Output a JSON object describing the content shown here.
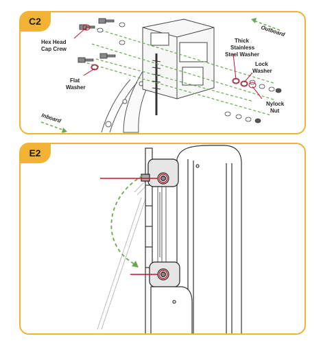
{
  "panels": {
    "c2": {
      "tag": "C2",
      "labels": {
        "hex_head_l1": "Hex Head",
        "hex_head_l2": "Cap Crew",
        "flat_l1": "Flat",
        "flat_l2": "Washer",
        "thick_l1": "Thick",
        "thick_l2": "Stainless",
        "thick_l3": "Steel Washer",
        "lock_l1": "Lock",
        "lock_l2": "Washer",
        "nylock_l1": "Nylock",
        "nylock_l2": "Nut",
        "outboard": "Outboard",
        "inboard": "Inboard"
      }
    },
    "e2": {
      "tag": "E2"
    }
  },
  "colors": {
    "accent": "#f2b233",
    "callout_red": "#c8102e",
    "arrow_green": "#6aa84f"
  }
}
